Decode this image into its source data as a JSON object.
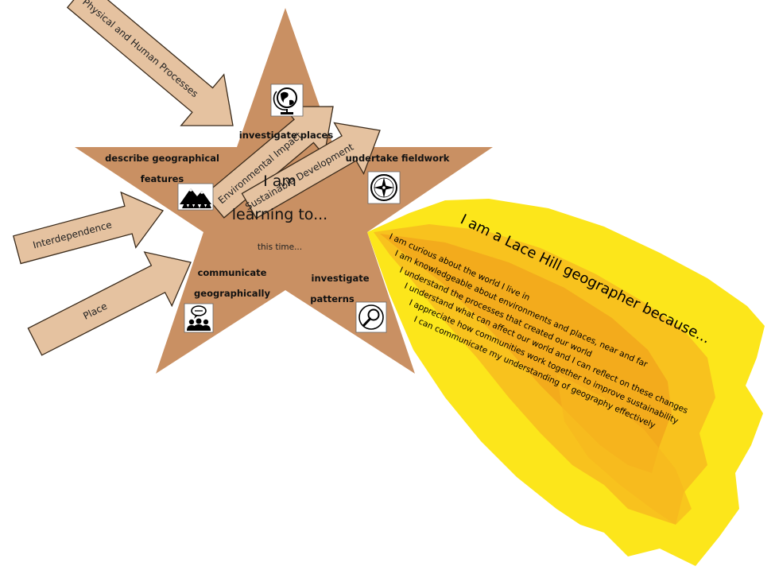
{
  "center": {
    "line1": "I am",
    "line2": "learning to...",
    "note": "this time..."
  },
  "skills": {
    "top": "investigate places",
    "upper_left_line1": "describe geographical",
    "upper_left_line2": "features",
    "upper_right": "undertake fieldwork",
    "lower_left_line1": "communicate",
    "lower_left_line2": "geographically",
    "lower_right_line1": "investigate",
    "lower_right_line2": "patterns"
  },
  "arrows": {
    "physical_human": "Physical and Human Processes",
    "environmental": "Environmental Impact",
    "sustainable": "Sustainable Development",
    "interdependence": "Interdependence",
    "place": "Place"
  },
  "tail": {
    "title": "I am a Lace Hill geographer because...",
    "statements": [
      "I am curious about the world I live in",
      "I am knowledgeable about environments and places, near and far",
      "I understand the processes that created our world",
      "I understand what can affect our world and I can reflect on these changes",
      "I appreciate how communities work together to improve sustainability",
      "I can communicate my understanding of geography effectively"
    ]
  },
  "icons": [
    "globe-icon",
    "mountains-icon",
    "compass-icon",
    "people-talking-icon",
    "magnifier-icon"
  ],
  "colors": {
    "star": "#c99063",
    "arrow_fill": "#e5c2a0",
    "arrow_stroke": "#3a2a1a",
    "tail_outer": "#fce61b",
    "tail_inner": "#f8c21e",
    "tail_core": "#f2a71c"
  }
}
